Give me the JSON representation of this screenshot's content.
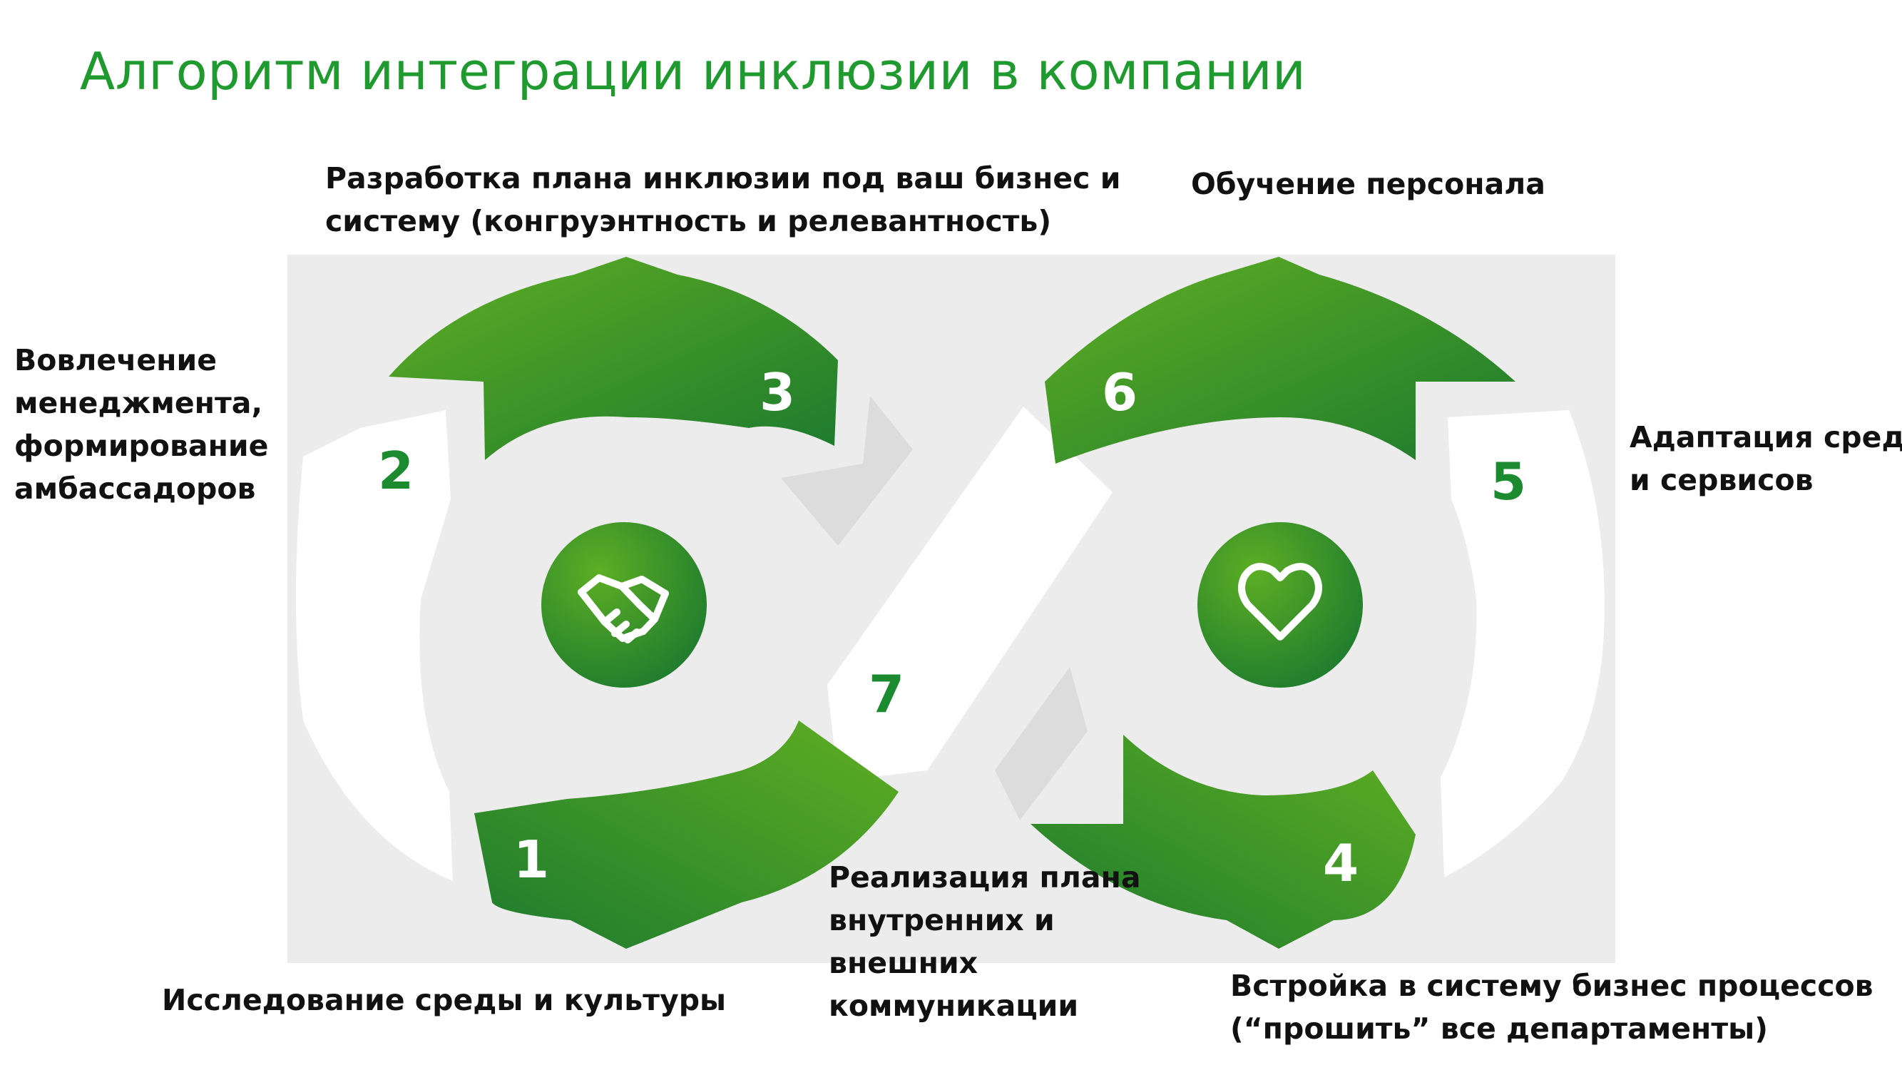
{
  "title": "Алгоритм интеграции инклюзии в компании",
  "accent_color": "#1f9a2e",
  "steps": [
    {
      "number": "1",
      "label_lines": [
        "Исследование среды и культуры"
      ]
    },
    {
      "number": "2",
      "label_lines": [
        "Вовлечение",
        "менеджмента,",
        "формирование",
        "амбассадоров"
      ]
    },
    {
      "number": "3",
      "label_lines": [
        "Разработка плана инклюзии под ваш бизнес и",
        "систему (конгруэнтность и релевантность)"
      ]
    },
    {
      "number": "4",
      "label_lines": [
        "Встройка в систему бизнес процессов",
        "(“прошить” все департаменты)"
      ]
    },
    {
      "number": "5",
      "label_lines": [
        "Адаптация среды",
        "и сервисов"
      ]
    },
    {
      "number": "6",
      "label_lines": [
        "Обучение персонала"
      ]
    },
    {
      "number": "7",
      "label_lines": [
        "Реализация плана",
        "внутренних и",
        "внешних",
        "коммуникации"
      ]
    }
  ],
  "icons": {
    "left": "handshake-icon",
    "right": "heart-icon"
  }
}
